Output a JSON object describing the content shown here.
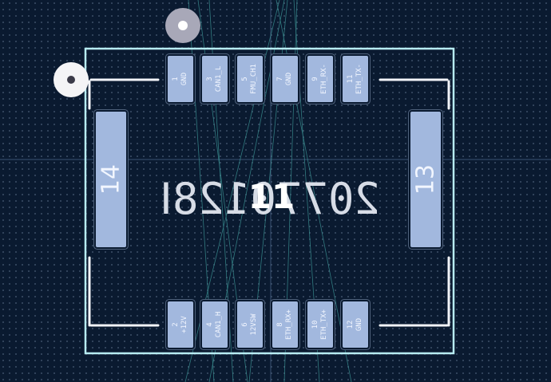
{
  "board": {
    "reference": "20770128Ⅰ",
    "value": "11",
    "mounting_pads": [
      {
        "number": "14"
      },
      {
        "number": "13"
      }
    ],
    "top_pins": [
      {
        "number": "1",
        "net": "GND"
      },
      {
        "number": "3",
        "net": "CAN1_L"
      },
      {
        "number": "5",
        "net": "FMU_CH1"
      },
      {
        "number": "7",
        "net": "GND"
      },
      {
        "number": "9",
        "net": "ETH_RX-"
      },
      {
        "number": "11",
        "net": "ETH_TX-"
      }
    ],
    "bottom_pins": [
      {
        "number": "2",
        "net": "+12V"
      },
      {
        "number": "4",
        "net": "CAN1_H"
      },
      {
        "number": "6",
        "net": "12VSW"
      },
      {
        "number": "8",
        "net": "ETH_RX+"
      },
      {
        "number": "10",
        "net": "ETH_TX+"
      },
      {
        "number": "12",
        "net": "GND"
      }
    ]
  },
  "colors": {
    "background": "#0a1a30",
    "pad": "#a2b8de",
    "courtyard": "#b7ecf2",
    "silkscreen": "#f2f4f8",
    "ratsnest": "#3e9a9a",
    "hole": "#a8a8b8"
  }
}
